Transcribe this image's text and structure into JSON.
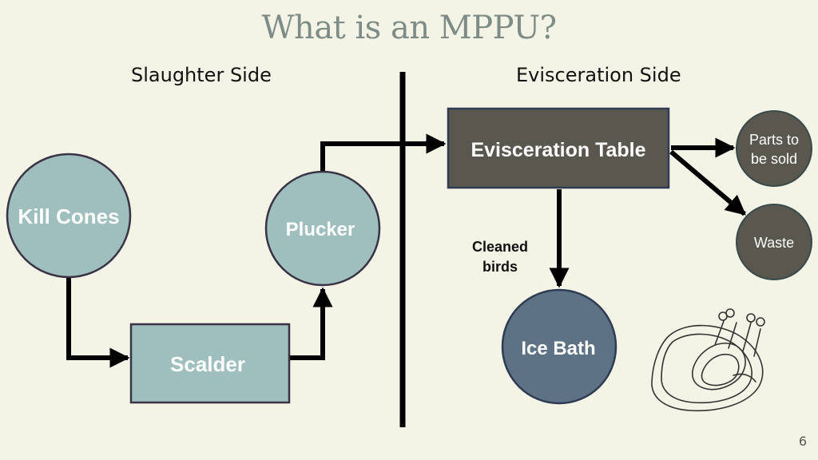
{
  "title": "What is an MPPU?",
  "sides": {
    "left": "Slaughter Side",
    "right": "Evisceration Side"
  },
  "nodes": {
    "kill_cones": "Kill Cones",
    "plucker": "Plucker",
    "scalder": "Scalder",
    "evisceration_table": "Evisceration Table",
    "parts_line1": "Parts to",
    "parts_line2": "be sold",
    "waste": "Waste",
    "ice_bath": "Ice Bath"
  },
  "edge_labels": {
    "cleaned_line1": "Cleaned",
    "cleaned_line2": "birds"
  },
  "icons": {
    "chicken": "roast-chicken-icon"
  },
  "colors": {
    "teal": "#9ebfbd",
    "dark": "#5a574f",
    "slate": "#5e7286",
    "background": "#f3f3e6"
  },
  "page_number": "6"
}
